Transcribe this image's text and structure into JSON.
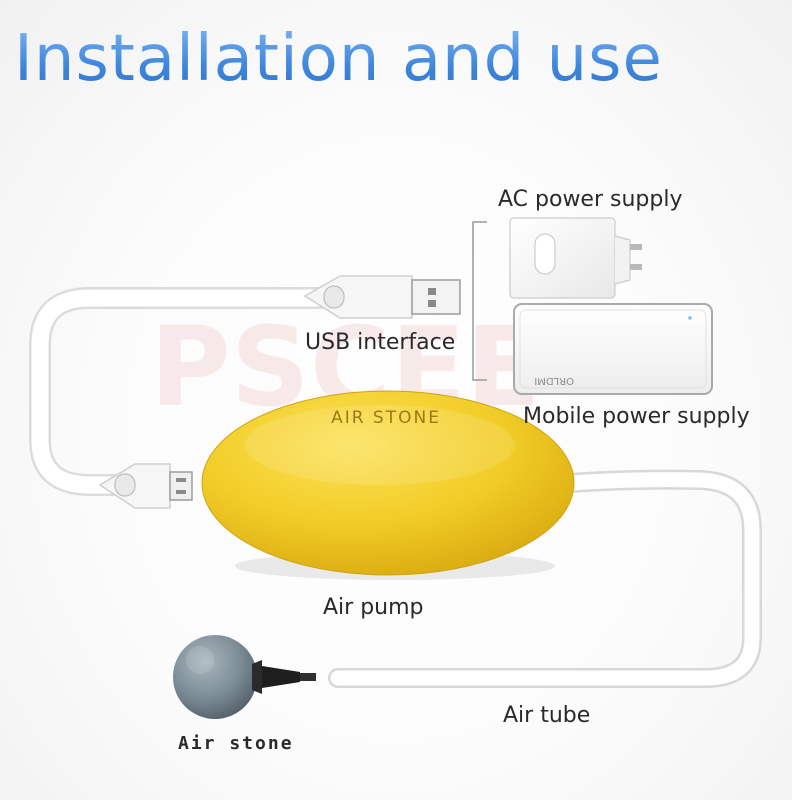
{
  "title": "Installation and use",
  "labels": {
    "ac_power_supply": "AC power supply",
    "usb_interface": "USB interface",
    "mobile_power_supply": "Mobile power supply",
    "air_pump": "Air pump",
    "air_tube": "Air tube",
    "air_stone": "Air stone"
  },
  "pump_embossed_text": "AIR STONE",
  "powerbank_logo_text": "ORLDMI",
  "watermark": "PSCEE",
  "colors": {
    "title_blue": "#4f93e0",
    "pump_yellow": "#f2cf2b",
    "stone_gray": "#7d8d96",
    "watermark_red": "#f3d3d3"
  }
}
